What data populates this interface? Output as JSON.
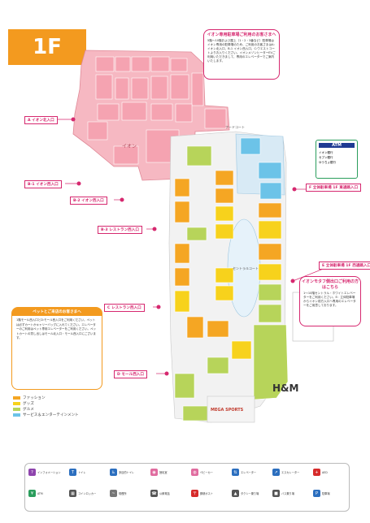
{
  "floor": "1F",
  "notice_top": {
    "title": "イオン専用駐車場ご利用のお客さまへ",
    "body": "5階〜10階および屋上（1・2・3番など）駐車場はイオン専用の駐車場のため、ご利用のお客さまはA:イオン北入口、B-1 イオン西入口、C:ウエストコートよりお入りください。イオンメゾンヒーターEVご利用いただきまして、専用のエレベーターでご案内いたします。"
  },
  "notice_right": {
    "title": "イオンモタフ側出口ご利用の方はこちら",
    "body": "1〜10階セントラル・ホワイトエレベーターをご利用ください。E：立体駐車場からイオン前方入口へ専用のエレベーターをご用意しております。"
  },
  "pet_notice": {
    "title": "ペットとご来店のお客さまへ",
    "body": "1階モール西入口とD:モール西入口をご利用ください。ペットは必ずカートかキャリーバッグに入れてください。エレベーターのご利用はペット専用エレベーターをご利用ください。ペットカートの貸し出しはモール北入口・モール西入口にございます。"
  },
  "legend": [
    {
      "label": "ファッション",
      "color": "#f5a623"
    },
    {
      "label": "グッズ",
      "color": "#f7d21c"
    },
    {
      "label": "グルメ",
      "color": "#b7d45a"
    },
    {
      "label": "サービス＆エンターテインメント",
      "color": "#6cc3e8"
    }
  ],
  "entrances": [
    {
      "label": "A イオン北入口"
    },
    {
      "label": "B-1 イオン西入口"
    },
    {
      "label": "B-2 イオン西入口"
    },
    {
      "label": "B-3 レストラン西入口"
    },
    {
      "label": "C レストラン西入口"
    },
    {
      "label": "D モール西入口"
    },
    {
      "label": "F 立体駐車場 1F 東通路入口"
    },
    {
      "label": "E 立体駐車場 1F 西通路入口"
    }
  ],
  "area_labels": {
    "aeon": "イオン",
    "h_and_m": "H&M",
    "mega_sports": "MEGA SPORTS",
    "food_court": "フードコート",
    "central_court": "セントラルコート"
  },
  "atm_box": {
    "title": "ATM",
    "lines": [
      "イオン銀行",
      "セブン銀行",
      "ゆうちょ銀行"
    ]
  },
  "bottom_legend": [
    {
      "label": "インフォメーション",
      "color": "#8e44ad"
    },
    {
      "label": "トイレ",
      "color": "#2c6fbf"
    },
    {
      "label": "多目的トイレ",
      "color": "#2c6fbf"
    },
    {
      "label": "授乳室",
      "color": "#e06c9f"
    },
    {
      "label": "ベビーカー",
      "color": "#e06c9f"
    },
    {
      "label": "エレベーター",
      "color": "#2c6fbf"
    },
    {
      "label": "エスカレーター",
      "color": "#2c6fbf"
    },
    {
      "label": "AED",
      "color": "#d62b2b"
    },
    {
      "label": "ATM",
      "color": "#2a9d5c"
    },
    {
      "label": "コインロッカー",
      "color": "#555555"
    },
    {
      "label": "喫煙所",
      "color": "#777777"
    },
    {
      "label": "公衆電話",
      "color": "#555555"
    },
    {
      "label": "郵便ポスト",
      "color": "#d62b2b"
    },
    {
      "label": "タクシー乗り場",
      "color": "#555555"
    },
    {
      "label": "バス乗り場",
      "color": "#555555"
    },
    {
      "label": "駐車場",
      "color": "#2c6fbf"
    }
  ]
}
